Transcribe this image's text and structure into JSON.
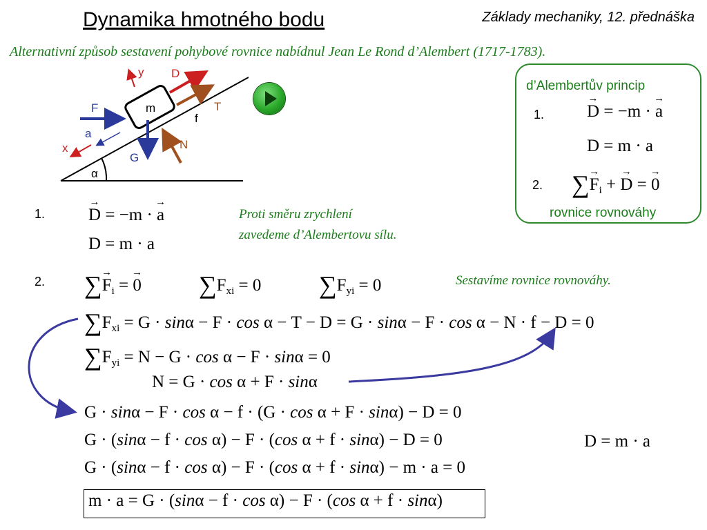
{
  "header": {
    "title": "Dynamika hmotného bodu",
    "subtitle": "Základy mechaniky, 12. přednáška"
  },
  "intro_text": "Alternativní způsob sestavení pohybové rovnice nabídnul Jean Le Rond d’Alembert (1717-1783).",
  "diagram": {
    "labels": {
      "y": "y",
      "D": "D",
      "F": "F",
      "m": "m",
      "T": "T",
      "f": "f",
      "a": "a",
      "x": "x",
      "N": "N",
      "G": "G",
      "alpha": "α"
    },
    "colors": {
      "blue": "#2b3a9a",
      "red": "#cc1f1f",
      "brown": "#a0501e"
    }
  },
  "play_button": {
    "icon": "play-icon",
    "color": "#2aa82a"
  },
  "principle_box": {
    "title": "d’Alembertův princip",
    "n1": "1.",
    "n2": "2.",
    "footer": "rovnice rovnováhy",
    "border_color": "#2e8a2e"
  },
  "main": {
    "n1": "1.",
    "n2": "2.",
    "note1_line1": "Proti směru zrychlení",
    "note1_line2": "zavedeme d’Alembertovu sílu.",
    "note2": "Sestavíme rovnice rovnováhy."
  },
  "arrows": {
    "color": "#3a3aa0"
  }
}
